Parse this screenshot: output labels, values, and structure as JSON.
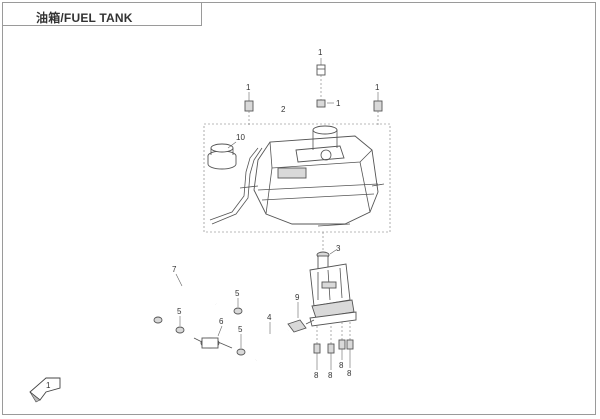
{
  "header": {
    "title": "油箱/FUEL TANK"
  },
  "callouts": [
    {
      "id": "c-top-1",
      "text": "1"
    },
    {
      "id": "c-left-1",
      "text": "1"
    },
    {
      "id": "c-mid-1",
      "text": "1"
    },
    {
      "id": "c-right-1",
      "text": "1"
    },
    {
      "id": "c-2",
      "text": "2"
    },
    {
      "id": "c-10",
      "text": "10"
    },
    {
      "id": "c-3",
      "text": "3"
    },
    {
      "id": "c-7",
      "text": "7"
    },
    {
      "id": "c-5a",
      "text": "5"
    },
    {
      "id": "c-5b",
      "text": "5"
    },
    {
      "id": "c-5c",
      "text": "5"
    },
    {
      "id": "c-6",
      "text": "6"
    },
    {
      "id": "c-4",
      "text": "4"
    },
    {
      "id": "c-9",
      "text": "9"
    },
    {
      "id": "c-8a",
      "text": "8"
    },
    {
      "id": "c-8b",
      "text": "8"
    },
    {
      "id": "c-8c",
      "text": "8"
    },
    {
      "id": "c-8d",
      "text": "8"
    }
  ],
  "direction_marker": {
    "text": "1"
  },
  "colors": {
    "line": "#555555",
    "frame": "#9a9a9a",
    "text": "#333333"
  }
}
